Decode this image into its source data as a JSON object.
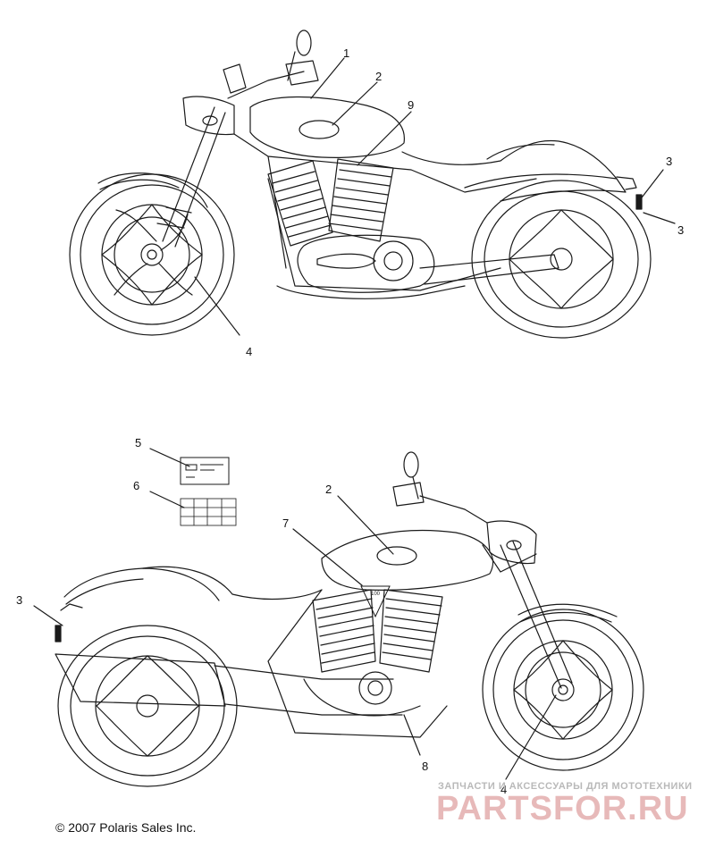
{
  "callouts_top": {
    "c1": "1",
    "c2": "2",
    "c9": "9",
    "c3a": "3",
    "c3b": "3",
    "c4": "4"
  },
  "callouts_bottom": {
    "c5": "5",
    "c6": "6",
    "c2": "2",
    "c7": "7",
    "c3": "3",
    "c8": "8",
    "c4": "4"
  },
  "decal_badge": "100",
  "copyright": "© 2007 Polaris Sales Inc.",
  "watermark": {
    "tagline": "ЗАПЧАСТИ И АКСЕССУАРЫ ДЛЯ МОТОТЕХНИКИ",
    "logo": "PARTSFOR.RU"
  },
  "colors": {
    "line": "#1a1a1a",
    "watermark_logo": "#e7b9b9",
    "watermark_text": "#b9b9b9"
  }
}
